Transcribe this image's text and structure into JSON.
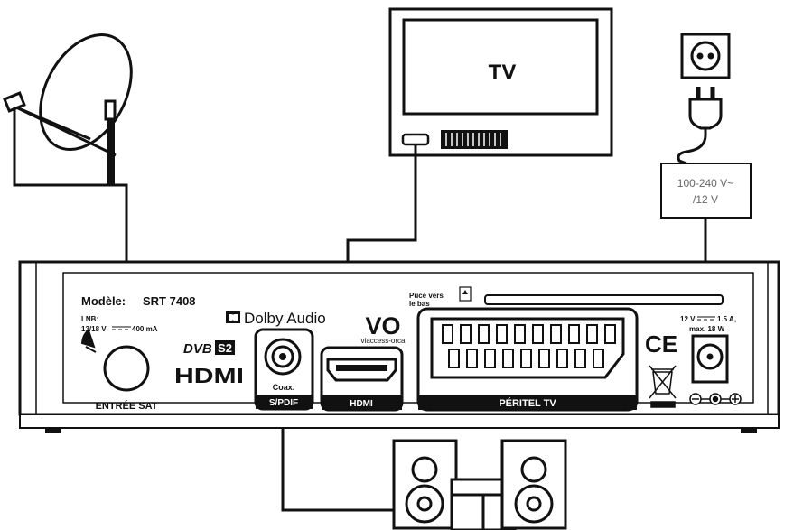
{
  "tv": {
    "label": "TV"
  },
  "adapter": {
    "line1": "100-240 V~",
    "line2": "/12 V"
  },
  "receiver": {
    "model_label": "Modèle:",
    "model_value": "SRT 7408",
    "lnb_line1": "LNB:",
    "lnb_line2_a": "13/18 V",
    "lnb_line2_b": "400 mA",
    "sat_input_label": "ENTRÉE SAT",
    "dolby_label": "Dolby Audio",
    "dvb_label": "DVB",
    "dvb_s2_label": "S2",
    "hdmi_logo": "HDMI",
    "coax_label": "Coax.",
    "spdif_label": "S/PDIF",
    "hdmi_port_label": "HDMI",
    "vo_logo": "VO",
    "vo_text": "viaccess-orca",
    "card_line1": "Puce vers",
    "card_line2": "le bas",
    "scart_label": "PÉRITEL TV",
    "ce_label": "CE",
    "power_line1_a": "12 V",
    "power_line1_b": "1.5 A,",
    "power_line2": "max. 18 W"
  },
  "colors": {
    "stroke": "#111111",
    "fill": "#ffffff",
    "adapter_text": "#666666"
  }
}
